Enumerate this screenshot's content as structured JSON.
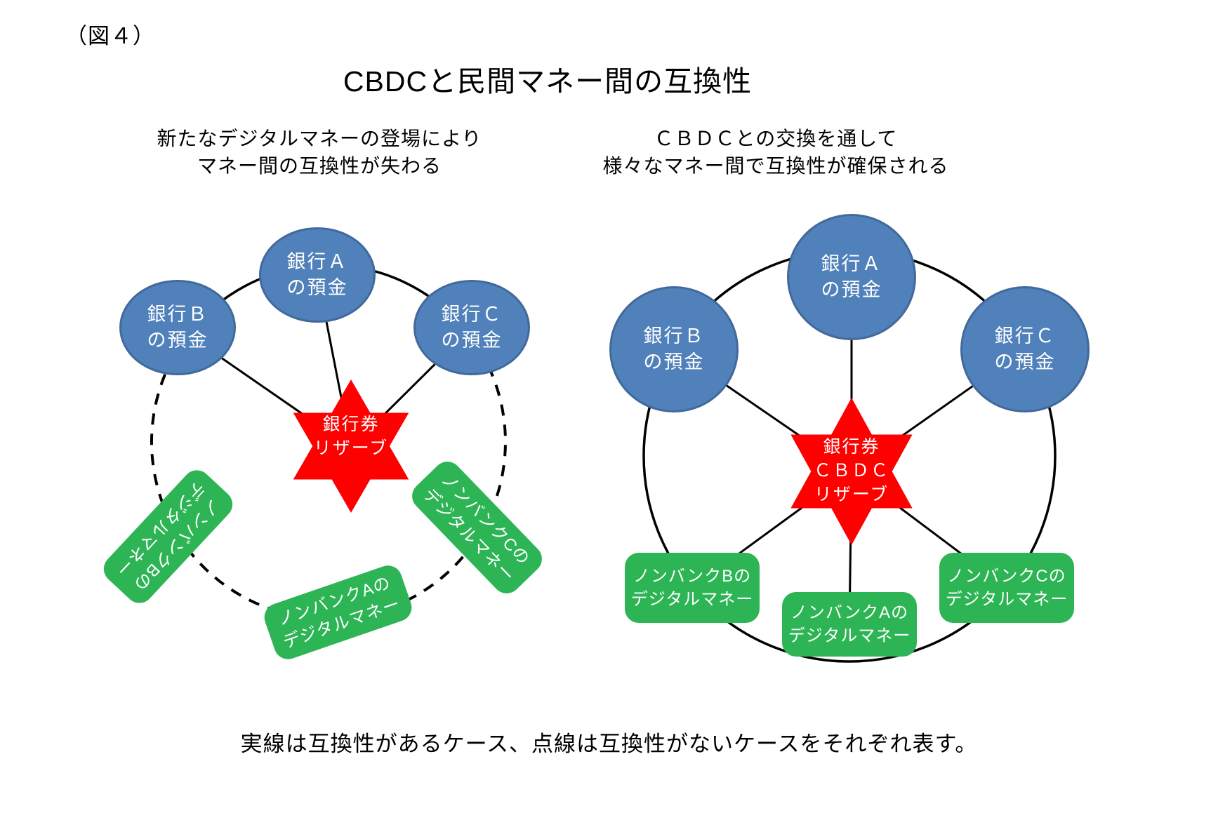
{
  "figure_label": "（図４）",
  "title": "CBDCと民間マネー間の互換性",
  "caption": "実線は互換性があるケース、点線は互換性がないケースをそれぞれ表す。",
  "colors": {
    "bank_node_fill": "#5081BA",
    "bank_node_border": "#41699B",
    "nonbank_node_fill": "#2DB454",
    "reserve_star_fill": "#FE0000",
    "connector_line": "#000000",
    "node_text": "#FFFFFF"
  },
  "left_diagram": {
    "subtitle_line1": "新たなデジタルマネーの登場により",
    "subtitle_line2": "マネー間の互換性が失わる",
    "reserve_star": {
      "line1": "銀行券",
      "line2": "リザーブ"
    },
    "bank_a": {
      "line1": "銀行Ａ",
      "line2": "の預金"
    },
    "bank_b": {
      "line1": "銀行Ｂ",
      "line2": "の預金"
    },
    "bank_c": {
      "line1": "銀行Ｃ",
      "line2": "の預金"
    },
    "nonbank_a": {
      "line1": "ノンバンクAの",
      "line2": "デジタルマネー"
    },
    "nonbank_b": {
      "line1": "ノンバンクBの",
      "line2": "デジタルマネー"
    },
    "nonbank_c": {
      "line1": "ノンバンクCの",
      "line2": "デジタルマネー"
    }
  },
  "right_diagram": {
    "subtitle_line1": "ＣＢＤＣとの交換を通して",
    "subtitle_line2": "様々なマネー間で互換性が確保される",
    "reserve_star": {
      "line1": "銀行券",
      "line2": "ＣＢＤＣ",
      "line3": "リザーブ"
    },
    "bank_a": {
      "line1": "銀行Ａ",
      "line2": "の預金"
    },
    "bank_b": {
      "line1": "銀行Ｂ",
      "line2": "の預金"
    },
    "bank_c": {
      "line1": "銀行Ｃ",
      "line2": "の預金"
    },
    "nonbank_a": {
      "line1": "ノンバンクAの",
      "line2": "デジタルマネー"
    },
    "nonbank_b": {
      "line1": "ノンバンクBの",
      "line2": "デジタルマネー"
    },
    "nonbank_c": {
      "line1": "ノンバンクCの",
      "line2": "デジタルマネー"
    }
  }
}
